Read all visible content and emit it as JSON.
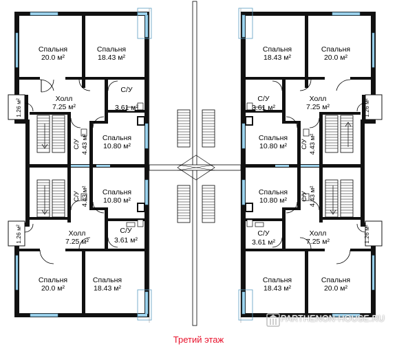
{
  "caption": "Третий этаж",
  "watermark": "PARTHENON-HOUSE.RU",
  "rooms": [
    {
      "name": "Спальня",
      "area": "20.0 м²"
    },
    {
      "name": "Спальня",
      "area": "18.43 м²"
    },
    {
      "name": "Холл",
      "area": "7.25 м²"
    },
    {
      "name": "С/У",
      "area": "3.61 м²"
    },
    {
      "name": "С/У",
      "area": "4.43 м²"
    },
    {
      "name": "Спальня",
      "area": "10.80 м²"
    },
    {
      "name": "",
      "area": "1.26 м²"
    }
  ],
  "colors": {
    "wall": "#111111",
    "window": "#9fd4ee",
    "caption": "#e8102a",
    "door": "#000000"
  }
}
